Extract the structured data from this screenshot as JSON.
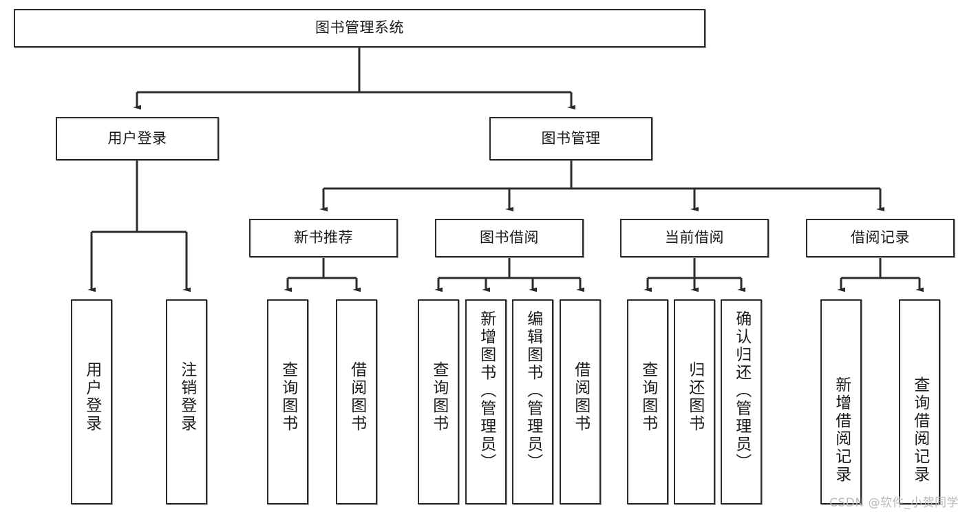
{
  "diagram": {
    "title": "图书管理系统",
    "type": "tree",
    "watermark": "CSDN @软件_小贺同学",
    "style": {
      "box_border_color": "#2b2b2b",
      "box_fill_color": "#ffffff",
      "connector_color": "#2b2b2b",
      "text_color": "#1a1a1a",
      "watermark_color": "#b9b9b9"
    },
    "levels": {
      "root": "图书管理系统",
      "level2": [
        "用户登录",
        "图书管理"
      ],
      "level3": [
        "新书推荐",
        "图书借阅",
        "当前借阅",
        "借阅记录"
      ]
    },
    "nodes": {
      "root": {
        "label": "图书管理系统"
      },
      "user_login": {
        "label": "用户登录"
      },
      "book_manage": {
        "label": "图书管理"
      },
      "new_book_rec": {
        "label": "新书推荐"
      },
      "book_borrow": {
        "label": "图书借阅"
      },
      "current_borrow": {
        "label": "当前借阅"
      },
      "borrow_record": {
        "label": "借阅记录"
      },
      "leaf_login": {
        "label": "用户登录"
      },
      "leaf_logout": {
        "label": "注销登录"
      },
      "leaf_rec_query": {
        "label": "查询图书"
      },
      "leaf_rec_borrow": {
        "label": "借阅图书"
      },
      "leaf_bb_query": {
        "label": "查询图书"
      },
      "leaf_bb_add": {
        "label": "新增图书（管理员）"
      },
      "leaf_bb_edit": {
        "label": "编辑图书（管理员）"
      },
      "leaf_bb_borrow": {
        "label": "借阅图书"
      },
      "leaf_cb_query": {
        "label": "查询图书"
      },
      "leaf_cb_return": {
        "label": "归还图书"
      },
      "leaf_cb_confirm": {
        "label": "确认归还（管理员）"
      },
      "leaf_br_add": {
        "label": "新增借阅记录"
      },
      "leaf_br_query": {
        "label": "查询借阅记录"
      }
    },
    "edges": [
      {
        "from": "root",
        "to": "user_login"
      },
      {
        "from": "root",
        "to": "book_manage"
      },
      {
        "from": "user_login",
        "to": "leaf_login"
      },
      {
        "from": "user_login",
        "to": "leaf_logout"
      },
      {
        "from": "book_manage",
        "to": "new_book_rec"
      },
      {
        "from": "book_manage",
        "to": "book_borrow"
      },
      {
        "from": "book_manage",
        "to": "current_borrow"
      },
      {
        "from": "book_manage",
        "to": "borrow_record"
      },
      {
        "from": "new_book_rec",
        "to": "leaf_rec_query"
      },
      {
        "from": "new_book_rec",
        "to": "leaf_rec_borrow"
      },
      {
        "from": "book_borrow",
        "to": "leaf_bb_query"
      },
      {
        "from": "book_borrow",
        "to": "leaf_bb_add"
      },
      {
        "from": "book_borrow",
        "to": "leaf_bb_edit"
      },
      {
        "from": "book_borrow",
        "to": "leaf_bb_borrow"
      },
      {
        "from": "current_borrow",
        "to": "leaf_cb_query"
      },
      {
        "from": "current_borrow",
        "to": "leaf_cb_return"
      },
      {
        "from": "current_borrow",
        "to": "leaf_cb_confirm"
      },
      {
        "from": "borrow_record",
        "to": "leaf_br_add"
      },
      {
        "from": "borrow_record",
        "to": "leaf_br_query"
      }
    ]
  }
}
